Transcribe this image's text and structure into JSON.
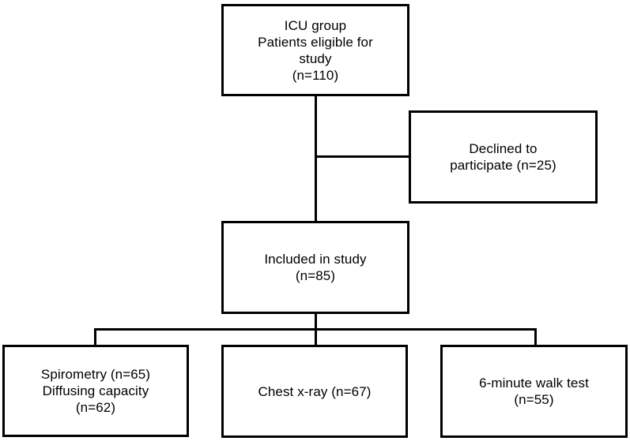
{
  "diagram": {
    "type": "patient-flowchart",
    "colors": {
      "line": "#000000",
      "box_border": "#000000",
      "background": "#ffffff",
      "text": "#000000"
    },
    "nodes": {
      "eligible": {
        "lines": [
          "ICU group",
          "Patients eligible for",
          "study",
          "(n=110)"
        ],
        "n": 110
      },
      "declined": {
        "lines": [
          "Declined to",
          "participate (n=25)"
        ],
        "n": 25
      },
      "included": {
        "lines": [
          "Included in study",
          "(n=85)"
        ],
        "n": 85
      },
      "spirometry": {
        "lines": [
          "Spirometry (n=65)",
          "Diffusing capacity",
          "(n=62)"
        ],
        "n_spirometry": 65,
        "n_diffusing_capacity": 62
      },
      "xray": {
        "lines": [
          "Chest x-ray (n=67)"
        ],
        "n": 67
      },
      "walk": {
        "lines": [
          "6-minute walk test",
          "(n=55)"
        ],
        "n": 55
      }
    },
    "edges": [
      {
        "from": "eligible",
        "to": "declined"
      },
      {
        "from": "eligible",
        "to": "included"
      },
      {
        "from": "included",
        "to": "spirometry"
      },
      {
        "from": "included",
        "to": "xray"
      },
      {
        "from": "included",
        "to": "walk"
      }
    ]
  }
}
